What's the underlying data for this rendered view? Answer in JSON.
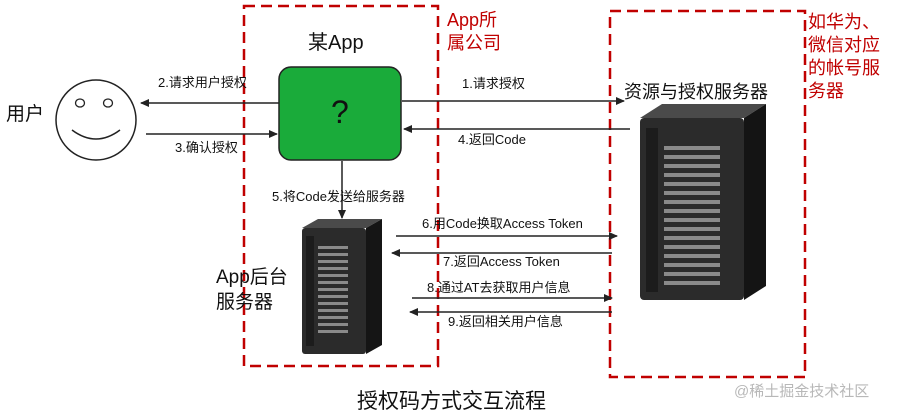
{
  "actors": {
    "user": {
      "label": "用户"
    },
    "app": {
      "label": "某App",
      "symbol": "?"
    },
    "app_backend": {
      "label": "App后台\n服务器"
    },
    "auth_server": {
      "label": "资源与授权服务器"
    }
  },
  "annotations": {
    "app_company": "App所\n属公司",
    "provider": "如华为、\n微信对应\n的帐号服\n务器"
  },
  "steps": [
    {
      "label": "1.请求授权"
    },
    {
      "label": "2.请求用户授权"
    },
    {
      "label": "3.确认授权"
    },
    {
      "label": "4.返回Code"
    },
    {
      "label": "5.将Code发送给服务器"
    },
    {
      "label": "6.用Code换取Access Token"
    },
    {
      "label": "7.返回Access Token"
    },
    {
      "label": "8.通过AT去获取用户信息"
    },
    {
      "label": "9.返回相关用户信息"
    }
  ],
  "title": "授权码方式交互流程",
  "watermark": "@稀土掘金技术社区",
  "colors": {
    "dashed_border": "#c00000",
    "app_box": "#1aab3a",
    "arrow": "#222222"
  }
}
